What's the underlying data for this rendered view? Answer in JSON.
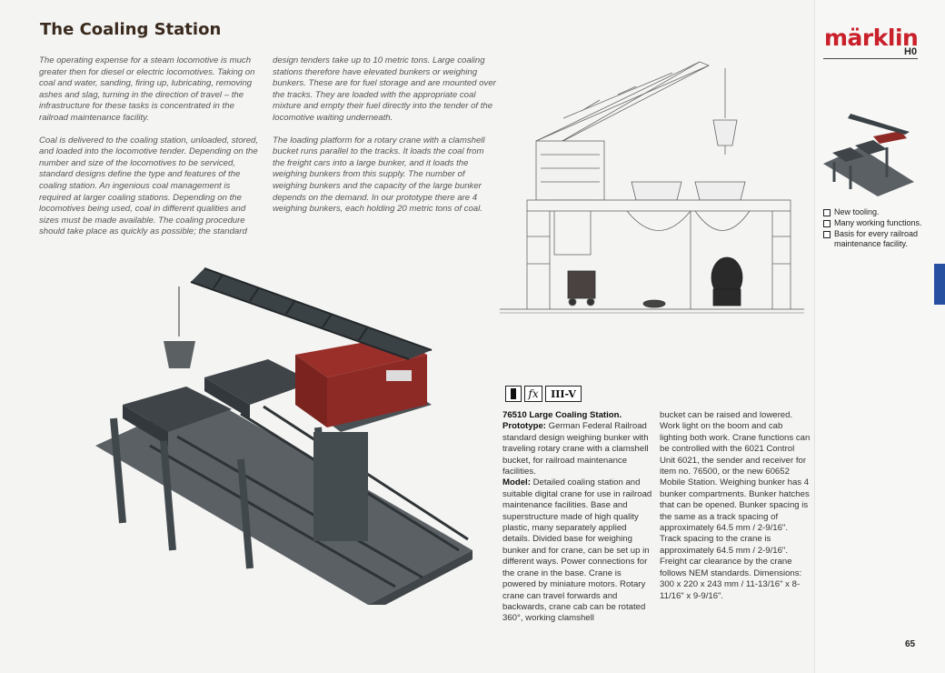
{
  "page": {
    "title": "The Coaling Station",
    "page_number": "65"
  },
  "intro": {
    "col1_p1": "The operating expense for a steam locomotive is much greater then for diesel or electric locomotives. Taking on coal and water, sanding, firing up, lubricating, removing ashes and slag, turning in the direction of travel – the infrastructure for these tasks is concentrated in the railroad maintenance facility.",
    "col1_p2": "Coal is delivered to the coaling station, unloaded, stored, and loaded into the locomotive tender. Depending on the number and size of the locomotives to be serviced, standard designs define the type and features of the coaling station. An ingenious coal management is required at larger coaling stations. Depending on the locomotives being used, coal in different qualities and sizes must be made available. The coaling procedure should take place as quickly as possible; the standard",
    "col2_p1": "design tenders take up to 10 metric tons. Large coaling stations therefore have elevated bunkers or weighing bunkers. These are for fuel storage and are mounted over the tracks. They are loaded with the appropriate coal mixture and empty their fuel directly into the tender of the locomotive waiting underneath.",
    "col2_p2": "The loading platform for a rotary crane with a clamshell bucket runs parallel to the tracks. It loads the coal from the freight cars into a large bunker, and it loads the weighing bunkers from this supply. The number of weighing bunkers and the capacity of the large bunker depends on the demand. In our prototype there are 4 weighing bunkers, each holding 20 metric tons of coal."
  },
  "sidebar": {
    "brand": "märklin",
    "scale": "H0",
    "bullets": [
      "New tooling.",
      "Many working functions.",
      "Basis for every railroad maintenance facility."
    ]
  },
  "symbols": {
    "effects": "fx",
    "epochs": "III-V"
  },
  "product": {
    "heading": "76510 Large Coaling Station.",
    "prototype_label": "Prototype:",
    "prototype_text": "German Federal Railroad standard design weighing bunker with traveling rotary crane with a clamshell bucket, for railroad maintenance facilities.",
    "model_label": "Model:",
    "model_text": "Detailed coaling station and suitable digital crane for use in railroad maintenance facilities. Base and superstructure made of high quality plastic, many separately applied details. Divided base for weighing bunker and for crane, can be set up in different ways. Power connections for the crane in the base. Crane is powered by miniature motors. Rotary crane can travel forwards and backwards, crane cab can be rotated 360°, working clamshell",
    "col2_text": "bucket can be raised and lowered. Work light on the boom and cab lighting both work. Crane functions can be controlled with the 6021 Control Unit 6021, the sender and receiver for item no. 76500, or the new 60652 Mobile Station. Weighing bunker has 4 bunker compartments. Bunker hatches that can be opened. Bunker spacing is the same as a track spacing of approximately 64.5 mm / 2-9/16\". Track spacing to the crane is approximately 64.5 mm / 2-9/16\". Freight car clearance by the crane follows NEM standards. Dimensions: 300 x 220 x 243 mm / 11-13/16\" x 8-11/16\" x 9-9/16\"."
  },
  "colors": {
    "brand_red": "#c9202a",
    "tab_blue": "#2850a0",
    "cab_red": "#8e2a26",
    "steel": "#4d5459"
  }
}
